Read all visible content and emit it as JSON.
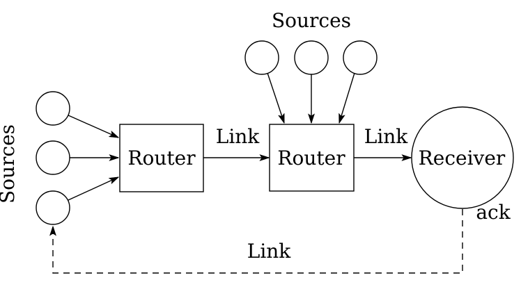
{
  "diagram": {
    "colors": {
      "stroke": "#000000",
      "background": "#ffffff"
    },
    "labels": {
      "sources_top": "Sources",
      "sources_left": "Sources",
      "router_left": "Router",
      "router_right": "Router",
      "receiver": "Receiver",
      "link_left": "Link",
      "link_right": "Link",
      "link_bottom": "Link",
      "ack": "ack"
    },
    "structure": {
      "left_source_count": 3,
      "top_source_count": 3,
      "edges": [
        "left-sources -> router-left (solid arrows)",
        "router-left -> router-right (solid arrow, labeled Link)",
        "top-sources -> router-right (solid arrows)",
        "router-right -> receiver (solid arrow, labeled Link)",
        "receiver -> bottom-left-source (dashed feedback arrow, labeled Link, ack)"
      ]
    }
  }
}
